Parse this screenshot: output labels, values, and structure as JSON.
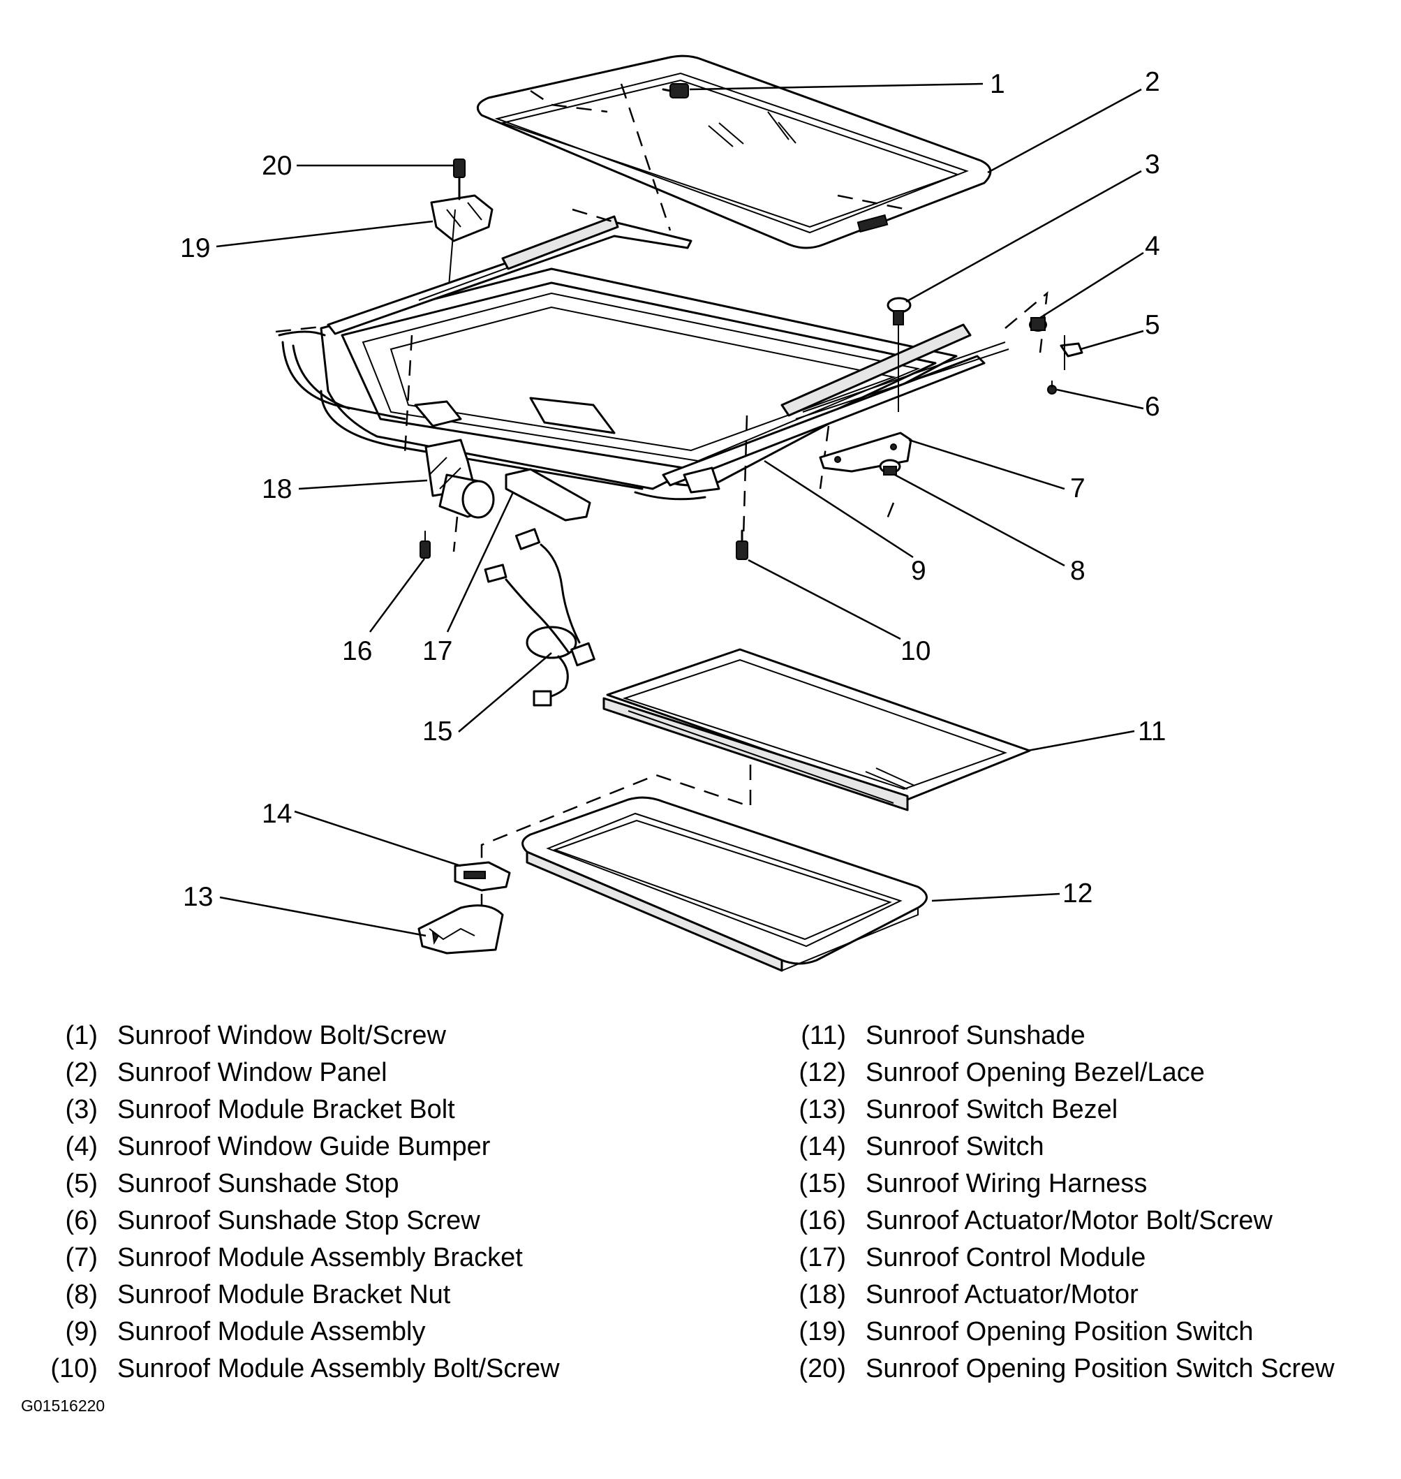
{
  "callouts": [
    {
      "number": "1"
    },
    {
      "number": "2"
    },
    {
      "number": "3"
    },
    {
      "number": "4"
    },
    {
      "number": "5"
    },
    {
      "number": "6"
    },
    {
      "number": "7"
    },
    {
      "number": "8"
    },
    {
      "number": "9"
    },
    {
      "number": "10"
    },
    {
      "number": "11"
    },
    {
      "number": "12"
    },
    {
      "number": "13"
    },
    {
      "number": "14"
    },
    {
      "number": "15"
    },
    {
      "number": "16"
    },
    {
      "number": "17"
    },
    {
      "number": "18"
    },
    {
      "number": "19"
    },
    {
      "number": "20"
    }
  ],
  "legend": {
    "left": [
      {
        "num": "(1)",
        "label": "Sunroof Window Bolt/Screw"
      },
      {
        "num": "(2)",
        "label": "Sunroof Window Panel"
      },
      {
        "num": "(3)",
        "label": "Sunroof Module Bracket Bolt"
      },
      {
        "num": "(4)",
        "label": "Sunroof Window Guide Bumper"
      },
      {
        "num": "(5)",
        "label": "Sunroof Sunshade Stop"
      },
      {
        "num": "(6)",
        "label": "Sunroof Sunshade Stop Screw"
      },
      {
        "num": "(7)",
        "label": "Sunroof Module Assembly Bracket"
      },
      {
        "num": "(8)",
        "label": "Sunroof Module Bracket Nut"
      },
      {
        "num": "(9)",
        "label": "Sunroof Module Assembly"
      },
      {
        "num": "(10)",
        "label": "Sunroof Module Assembly Bolt/Screw"
      }
    ],
    "right": [
      {
        "num": "(11)",
        "label": "Sunroof Sunshade"
      },
      {
        "num": "(12)",
        "label": "Sunroof Opening Bezel/Lace"
      },
      {
        "num": "(13)",
        "label": "Sunroof Switch Bezel"
      },
      {
        "num": "(14)",
        "label": "Sunroof Switch"
      },
      {
        "num": "(15)",
        "label": "Sunroof Wiring Harness"
      },
      {
        "num": "(16)",
        "label": "Sunroof Actuator/Motor Bolt/Screw"
      },
      {
        "num": "(17)",
        "label": "Sunroof Control Module"
      },
      {
        "num": "(18)",
        "label": "Sunroof Actuator/Motor"
      },
      {
        "num": "(19)",
        "label": "Sunroof Opening Position Switch"
      },
      {
        "num": "(20)",
        "label": "Sunroof Opening Position Switch Screw"
      }
    ]
  },
  "figure_code": "G01516220"
}
